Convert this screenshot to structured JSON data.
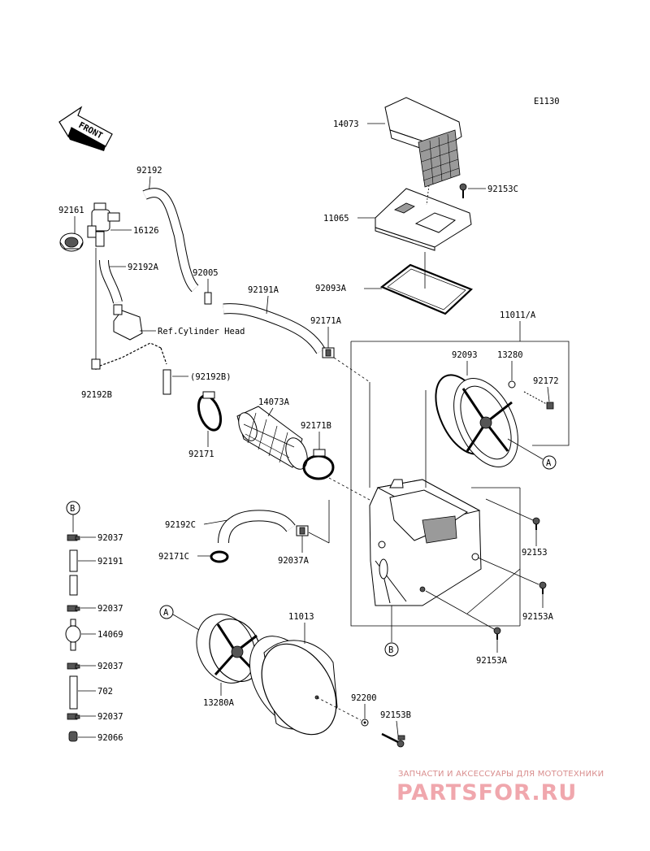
{
  "diagram_code": "E1130",
  "front_label": "FRONT",
  "labels": {
    "p14073": "14073",
    "p92153C": "92153C",
    "p11065": "11065",
    "p92093A": "92093A",
    "p11011A": "11011/A",
    "p92093": "92093",
    "p13280": "13280",
    "p92172": "92172",
    "p92192": "92192",
    "p92161": "92161",
    "p16126": "16126",
    "p92192A": "92192A",
    "p92005": "92005",
    "p92191A": "92191A",
    "p92171A": "92171A",
    "ref_cyl": "Ref.Cylinder Head",
    "p92192B": "92192B",
    "p92192B_paren": "(92192B)",
    "p14073A": "14073A",
    "p92171B": "92171B",
    "p92171": "92171",
    "p92192C": "92192C",
    "p92171C": "92171C",
    "p92037A": "92037A",
    "p92153": "92153",
    "p92153A_1": "92153A",
    "p92153A_2": "92153A",
    "p11013": "11013",
    "p92200": "92200",
    "p92153B": "92153B",
    "p13280A": "13280A"
  },
  "callouts": {
    "A": "A",
    "B": "B"
  },
  "legend": [
    {
      "num": "92037"
    },
    {
      "num": "92191"
    },
    {
      "num": "92037"
    },
    {
      "num": "14069"
    },
    {
      "num": "92037"
    },
    {
      "num": "702"
    },
    {
      "num": "92037"
    },
    {
      "num": "92066"
    }
  ],
  "watermark": {
    "top_text": "ЗАПЧАСТИ И АКСЕССУАРЫ ДЛЯ МОТОТЕХНИКИ",
    "logo_text": "PARTSFOR.RU"
  }
}
